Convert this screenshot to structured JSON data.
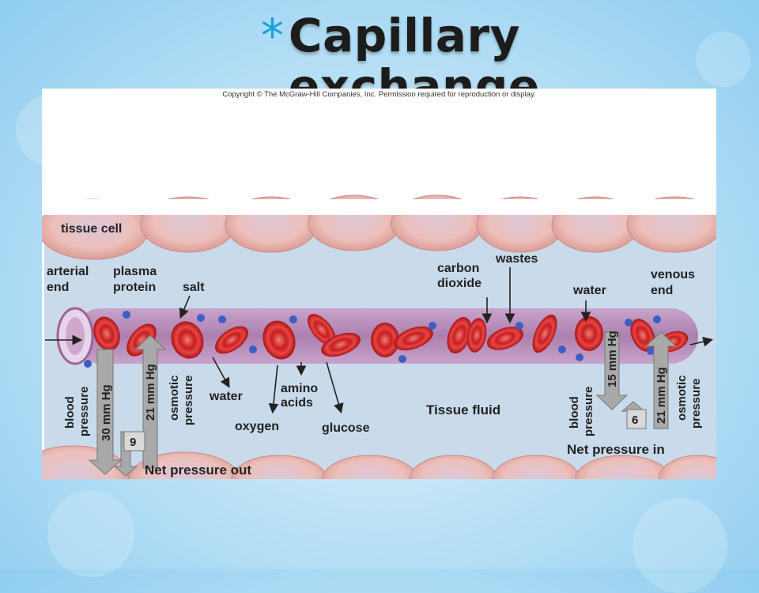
{
  "slide": {
    "title_bullet": "*",
    "title": "Capillary exchange"
  },
  "figure": {
    "copyright": "Copyright © The McGraw-Hill Companies, Inc. Permission required for reproduction or display.",
    "labels": {
      "tissue_cell": "tissue cell",
      "arterial": "arterial",
      "arterial_end": "end",
      "plasma": "plasma",
      "protein": "protein",
      "salt": "salt",
      "carbon": "carbon",
      "dioxide": "dioxide",
      "wastes": "wastes",
      "water_top": "water",
      "venous": "venous",
      "venous_end": "end",
      "water_bottom": "water",
      "amino": "amino",
      "acids": "acids",
      "oxygen": "oxygen",
      "glucose": "glucose",
      "tissue_fluid": "Tissue fluid",
      "blood_pressure_left_1": "blood",
      "blood_pressure_left_2": "pressure",
      "bp_left_value": "30 mm Hg",
      "op_left_value": "21 mm Hg",
      "osmotic_left_1": "osmotic",
      "osmotic_left_2": "pressure",
      "net_out_value": "9",
      "net_pressure_out": "Net pressure out",
      "blood_pressure_right_1": "blood",
      "blood_pressure_right_2": "pressure",
      "bp_right_value": "15 mm Hg",
      "op_right_value": "21 mm Hg",
      "osmotic_right_1": "osmotic",
      "osmotic_right_2": "pressure",
      "net_in_value": "6",
      "net_pressure_in": "Net pressure in"
    },
    "colors": {
      "tissue_fluid": "#c9daea",
      "tissue_cell": "#e9b6b0",
      "capillary": "#b07aa8",
      "red_cell": "#d42b2b",
      "protein_dot": "#3b5fc4",
      "pressure_arrow": "#a9a9a9"
    }
  }
}
